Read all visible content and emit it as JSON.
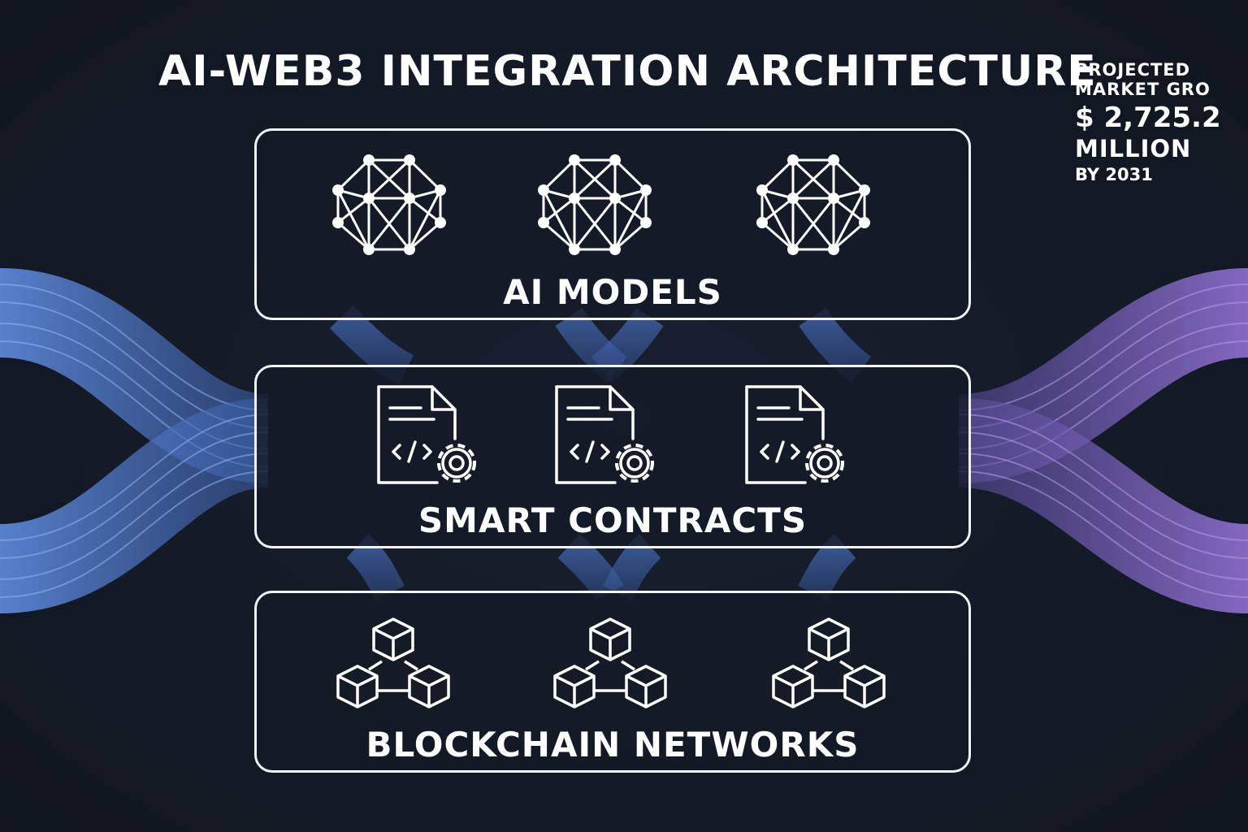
{
  "title": "AI-WEB3 INTEGRATION ARCHITECTURE",
  "stat": {
    "line1": "PROJECTED",
    "line2": "MARKET GRO",
    "value": "$ 2,725.2",
    "line3": "MILLION",
    "line4": "BY 2031"
  },
  "layers": [
    {
      "label": "AI MODELS",
      "icon": "neural-network-icon",
      "icon_count": 3
    },
    {
      "label": "SMART CONTRACTS",
      "icon": "code-document-gear-icon",
      "icon_count": 3
    },
    {
      "label": "BLOCKCHAIN NETWORKS",
      "icon": "connected-cubes-icon",
      "icon_count": 3
    }
  ],
  "colors": {
    "background": "#141a26",
    "flow_left": "#5b86d6",
    "flow_right": "#8a6cc9",
    "stroke": "#f2f4f8"
  }
}
